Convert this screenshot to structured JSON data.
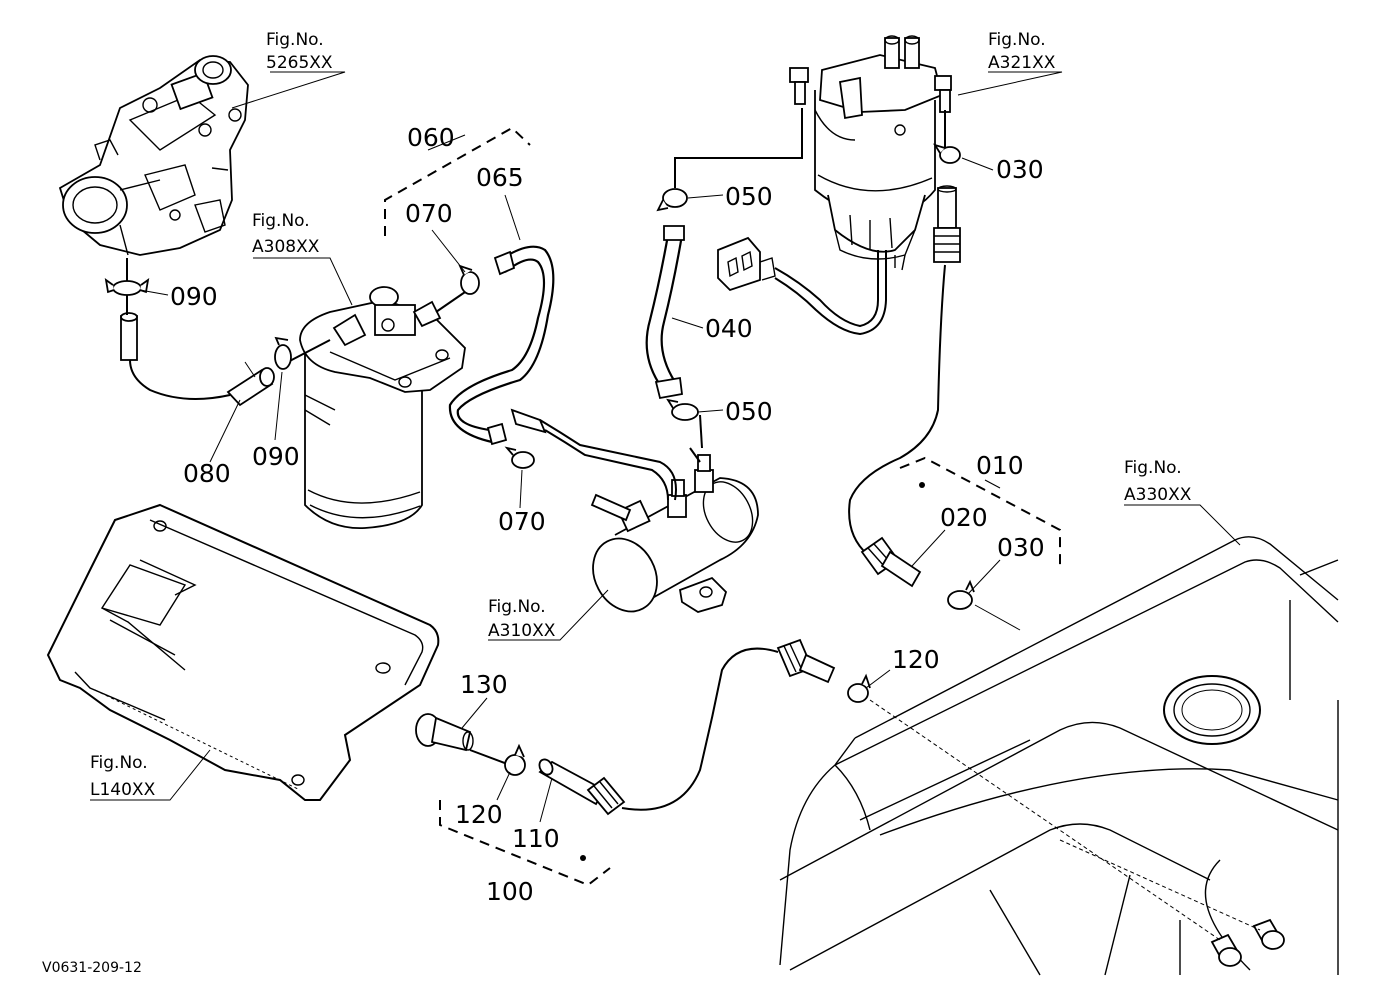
{
  "figure_refs": [
    {
      "label": "Fig.No.",
      "code": "5265XX"
    },
    {
      "label": "Fig.No.",
      "code": "A308XX"
    },
    {
      "label": "Fig.No.",
      "code": "A321XX"
    },
    {
      "label": "Fig.No.",
      "code": "A310XX"
    },
    {
      "label": "Fig.No.",
      "code": "A330XX"
    },
    {
      "label": "Fig.No.",
      "code": "L140XX"
    }
  ],
  "callouts": {
    "p010": "010",
    "p020": "020",
    "p030a": "030",
    "p030b": "030",
    "p040": "040",
    "p050a": "050",
    "p050b": "050",
    "p060": "060",
    "p065": "065",
    "p070a": "070",
    "p070b": "070",
    "p080": "080",
    "p090a": "090",
    "p090b": "090",
    "p100": "100",
    "p110": "110",
    "p120a": "120",
    "p120b": "120",
    "p130": "130"
  },
  "drawing_code": "V0631-209-12"
}
